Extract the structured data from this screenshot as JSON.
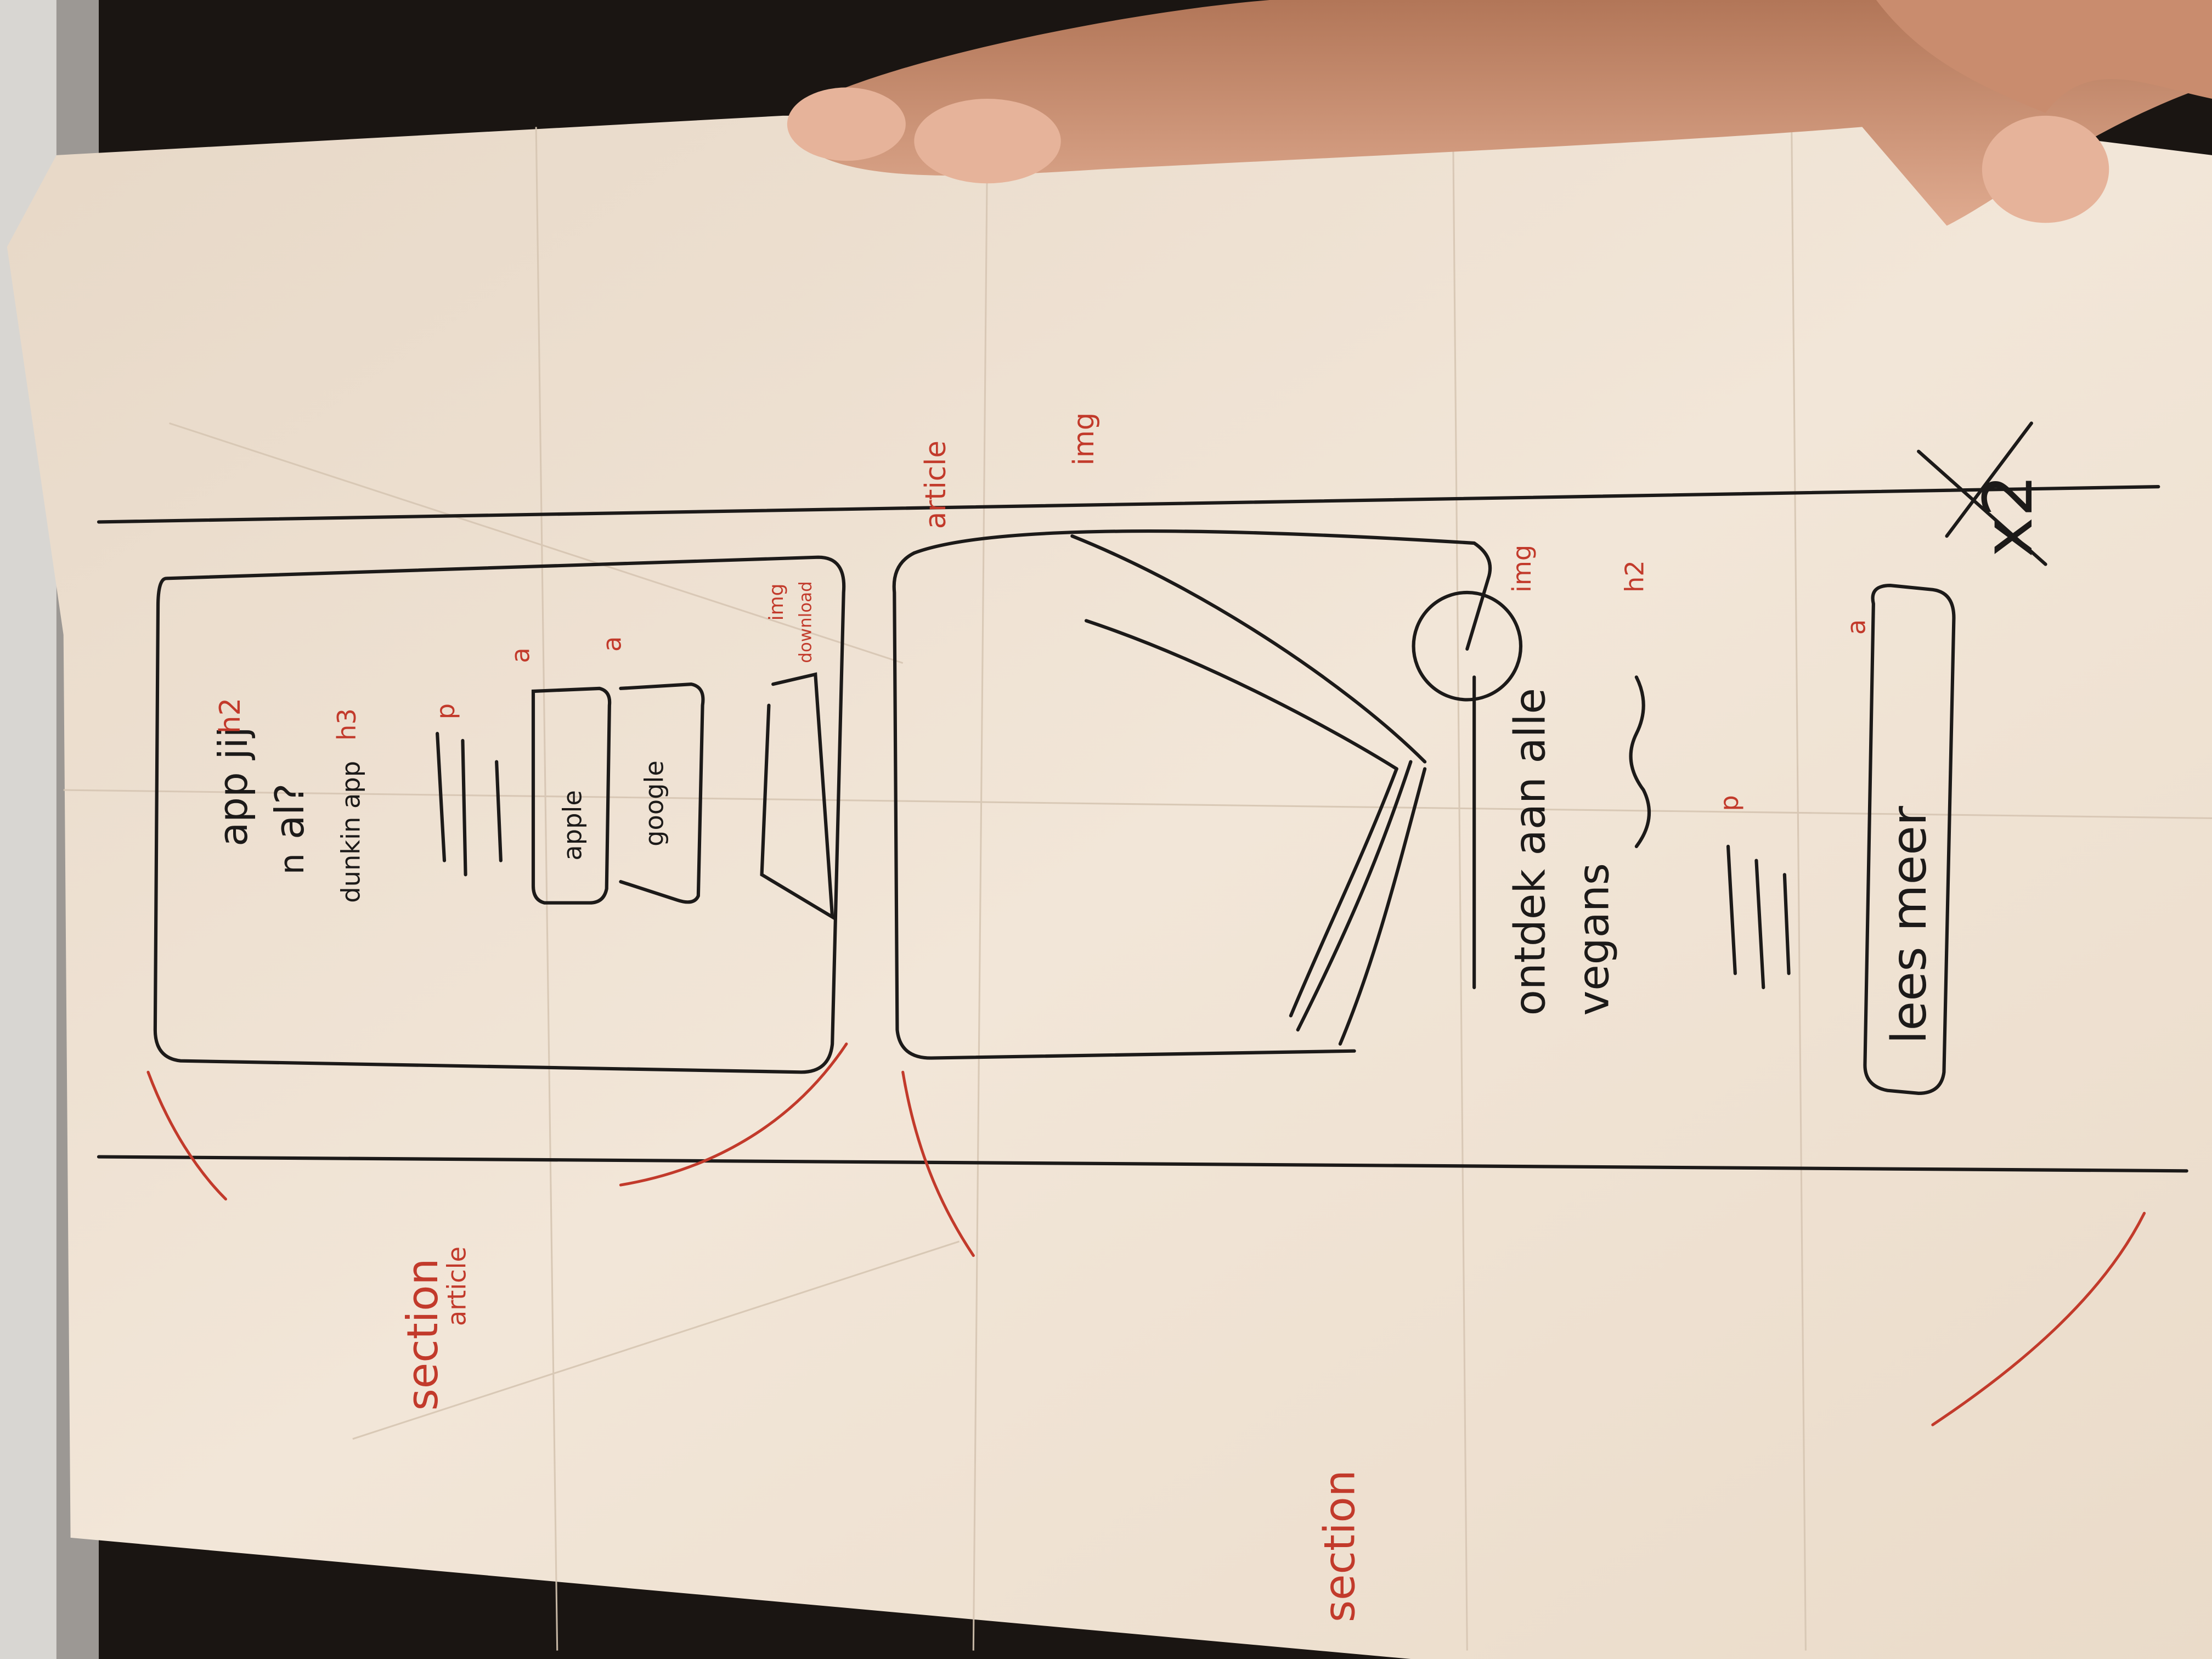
{
  "sketch": {
    "section_1": {
      "label_section": "section",
      "label_article": "article",
      "heading": "app jij",
      "heading_tag": "h2",
      "subheading": "al?",
      "subheading_prefix": "n",
      "h3_text": "dunkin app",
      "h3_tag": "h3",
      "p_tag": "p",
      "link_apple": "apple",
      "link_google": "google",
      "a_tag": "a",
      "img_tag": "img",
      "img_note": "download"
    },
    "section_2": {
      "label_section": "section",
      "label_article": "article",
      "img_tag_top": "img",
      "img_tag_avatar": "img",
      "heading_line1": "ontdek aan alle",
      "heading_line2": "vegans",
      "heading_tag": "h2",
      "p_tag": "p",
      "a_tag": "a",
      "button": "lees meer",
      "repeat": "x2"
    }
  },
  "colors": {
    "paper": "#efe3d4",
    "ink_black": "#1c1a19",
    "ink_red": "#c23a2b",
    "table": "#1a1512",
    "skin": "#d39a7c"
  }
}
